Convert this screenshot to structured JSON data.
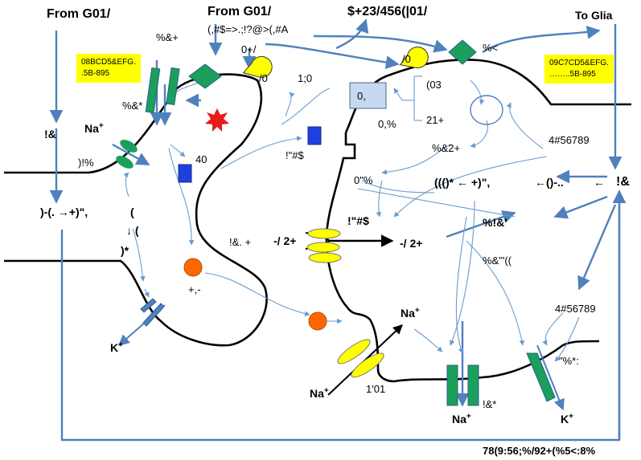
{
  "labels": {
    "from_left": "From  G01/",
    "from_mid": "From  G01/",
    "sym_mid": "(,#$=>.;!?@>(,#A",
    "top_center": "$+23/456(|01/",
    "to_glia": "To  Glia",
    "pct_amp_plus": "%&+",
    "pct_amp_star": "%&*",
    "zero_plus_slash": "0+/",
    "slash_zero_left": "/0",
    "one_semi_zero": "1;0",
    "slash_zero_right": "/0",
    "pct_lt": "%<",
    "na_left": "Na+",
    "bang_amp_left": "!&",
    "paren_bang_pct": ")!%",
    "forty": "40",
    "bang_q_hash": "!\"#$",
    "zero_comma": "0,",
    "paren_03": "(03",
    "zero_pct": "0,%",
    "twenty_one_plus": "21+",
    "pct_amp_2plus": "%&2+",
    "right_code_top": "4#56789",
    "zero_q_pct": "0\"%",
    "paren_star_arrow": "((()*  ←  +)\",",
    "arrow_paren_dots": "←()-..",
    "arrow_left_short": "←",
    "bang_amp_right": "!&",
    "left_arrow_formula": ")-(.  →+)\",",
    "paren_open": "(",
    "down_arrow_paren": "↓ (",
    "paren_star": ")*",
    "bang_amp_dot_plus": "!&. +",
    "minus_slash_2plus_a": "-/ 2+",
    "bang_q_hash_dollar": "!\"#$",
    "minus_slash_2plus_b": "-/ 2+",
    "pct_bang_amp": "%!&'",
    "pct_amp_quotes": "%&'\"((",
    "plus_comma_minus": "+,-",
    "right_code_bottom": "4#56789",
    "na_mid": "Na+",
    "q_pct_star": "\"%*:",
    "k_left": "K+",
    "na_bottom": "Na+",
    "one_q_01": "1'01",
    "na_bottom_right": "Na+",
    "bang_amp_star": "!&*",
    "k_right": "K+",
    "bottom_right": "78(9:56;%/92+(%5<:8%"
  },
  "notes": {
    "left": [
      "08BCD5&EFG.",
      ".5B-895"
    ],
    "right": [
      "09C7CD5&EFG.",
      "……..5B-895"
    ]
  }
}
